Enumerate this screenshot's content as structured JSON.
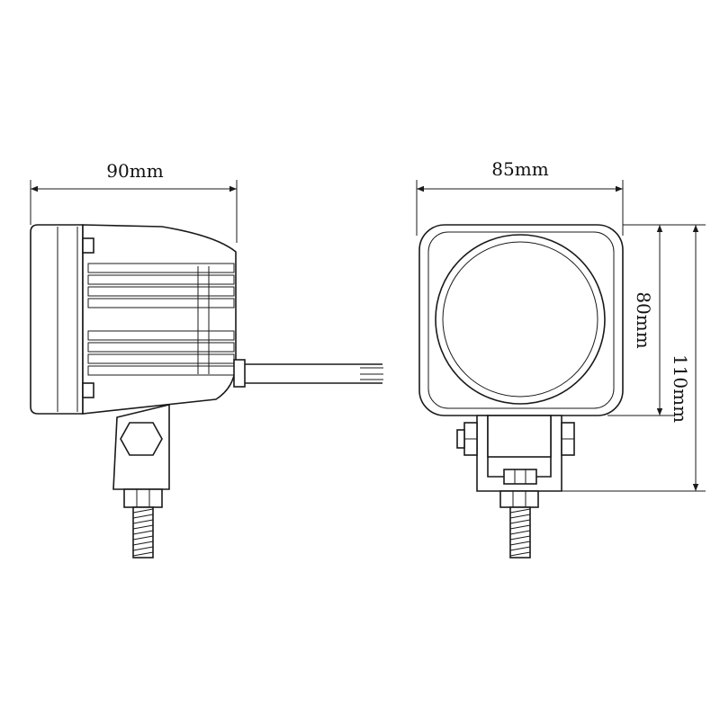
{
  "dimensions": {
    "side_width": "90mm",
    "front_width": "85mm",
    "front_body_height": "80mm",
    "front_total_height": "110mm"
  }
}
